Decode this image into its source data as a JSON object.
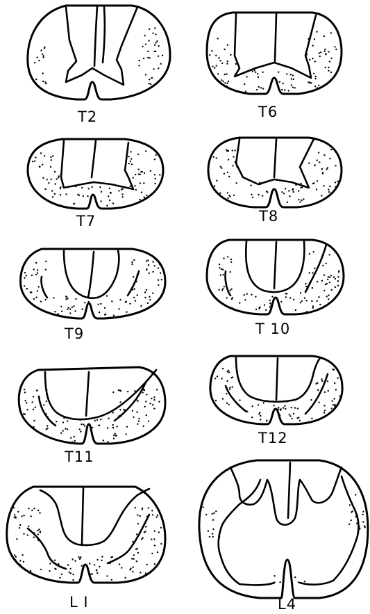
{
  "sections": [
    {
      "id": "T2",
      "label": "T2"
    },
    {
      "id": "T6",
      "label": "T6"
    },
    {
      "id": "T7",
      "label": "T7"
    },
    {
      "id": "T8",
      "label": "T8"
    },
    {
      "id": "T9",
      "label": "T9"
    },
    {
      "id": "T10",
      "label": "T 10"
    },
    {
      "id": "T11",
      "label": "T11"
    },
    {
      "id": "T12",
      "label": "T12"
    },
    {
      "id": "L1",
      "label": "L I"
    },
    {
      "id": "L4",
      "label": "L4"
    }
  ]
}
